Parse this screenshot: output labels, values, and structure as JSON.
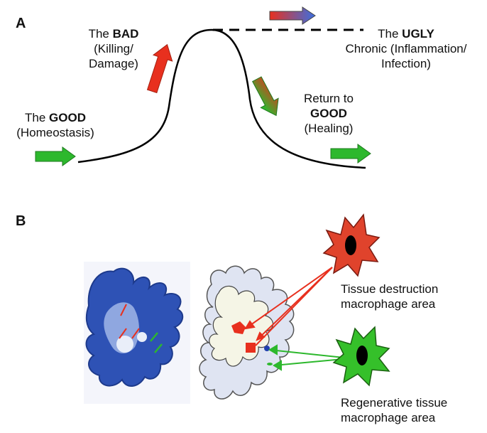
{
  "panel_a": {
    "letter": "A",
    "good": {
      "prefix": "The ",
      "bold": "GOOD",
      "line2": "(Homeostasis)"
    },
    "bad": {
      "prefix": "The ",
      "bold": "BAD",
      "line2": "(Killing/",
      "line3": "Damage)"
    },
    "ugly": {
      "prefix": "The ",
      "bold": "UGLY",
      "line2": "Chronic (Inflammation/",
      "line3": "Infection)"
    },
    "return_good": {
      "line1": "Return to",
      "bold": "GOOD",
      "line3": "(Healing)"
    }
  },
  "panel_b": {
    "letter": "B",
    "destruction_label": {
      "line1": "Tissue destruction",
      "line2": "macrophage area"
    },
    "regenerative_label": {
      "line1": "Regenerative tissue",
      "line2": "macrophage area"
    }
  },
  "colors": {
    "good_green": "#2db82d",
    "bad_red": "#e8301e",
    "ugly_blue": "#3b6fe0",
    "tissue_blue": "#2e52b5",
    "cell_red": "#e0432c",
    "cell_green": "#35c02a"
  },
  "icons": [
    "arrow-right-icon",
    "arrow-up-right-icon",
    "arrow-down-right-icon",
    "macrophage-cell-icon"
  ]
}
